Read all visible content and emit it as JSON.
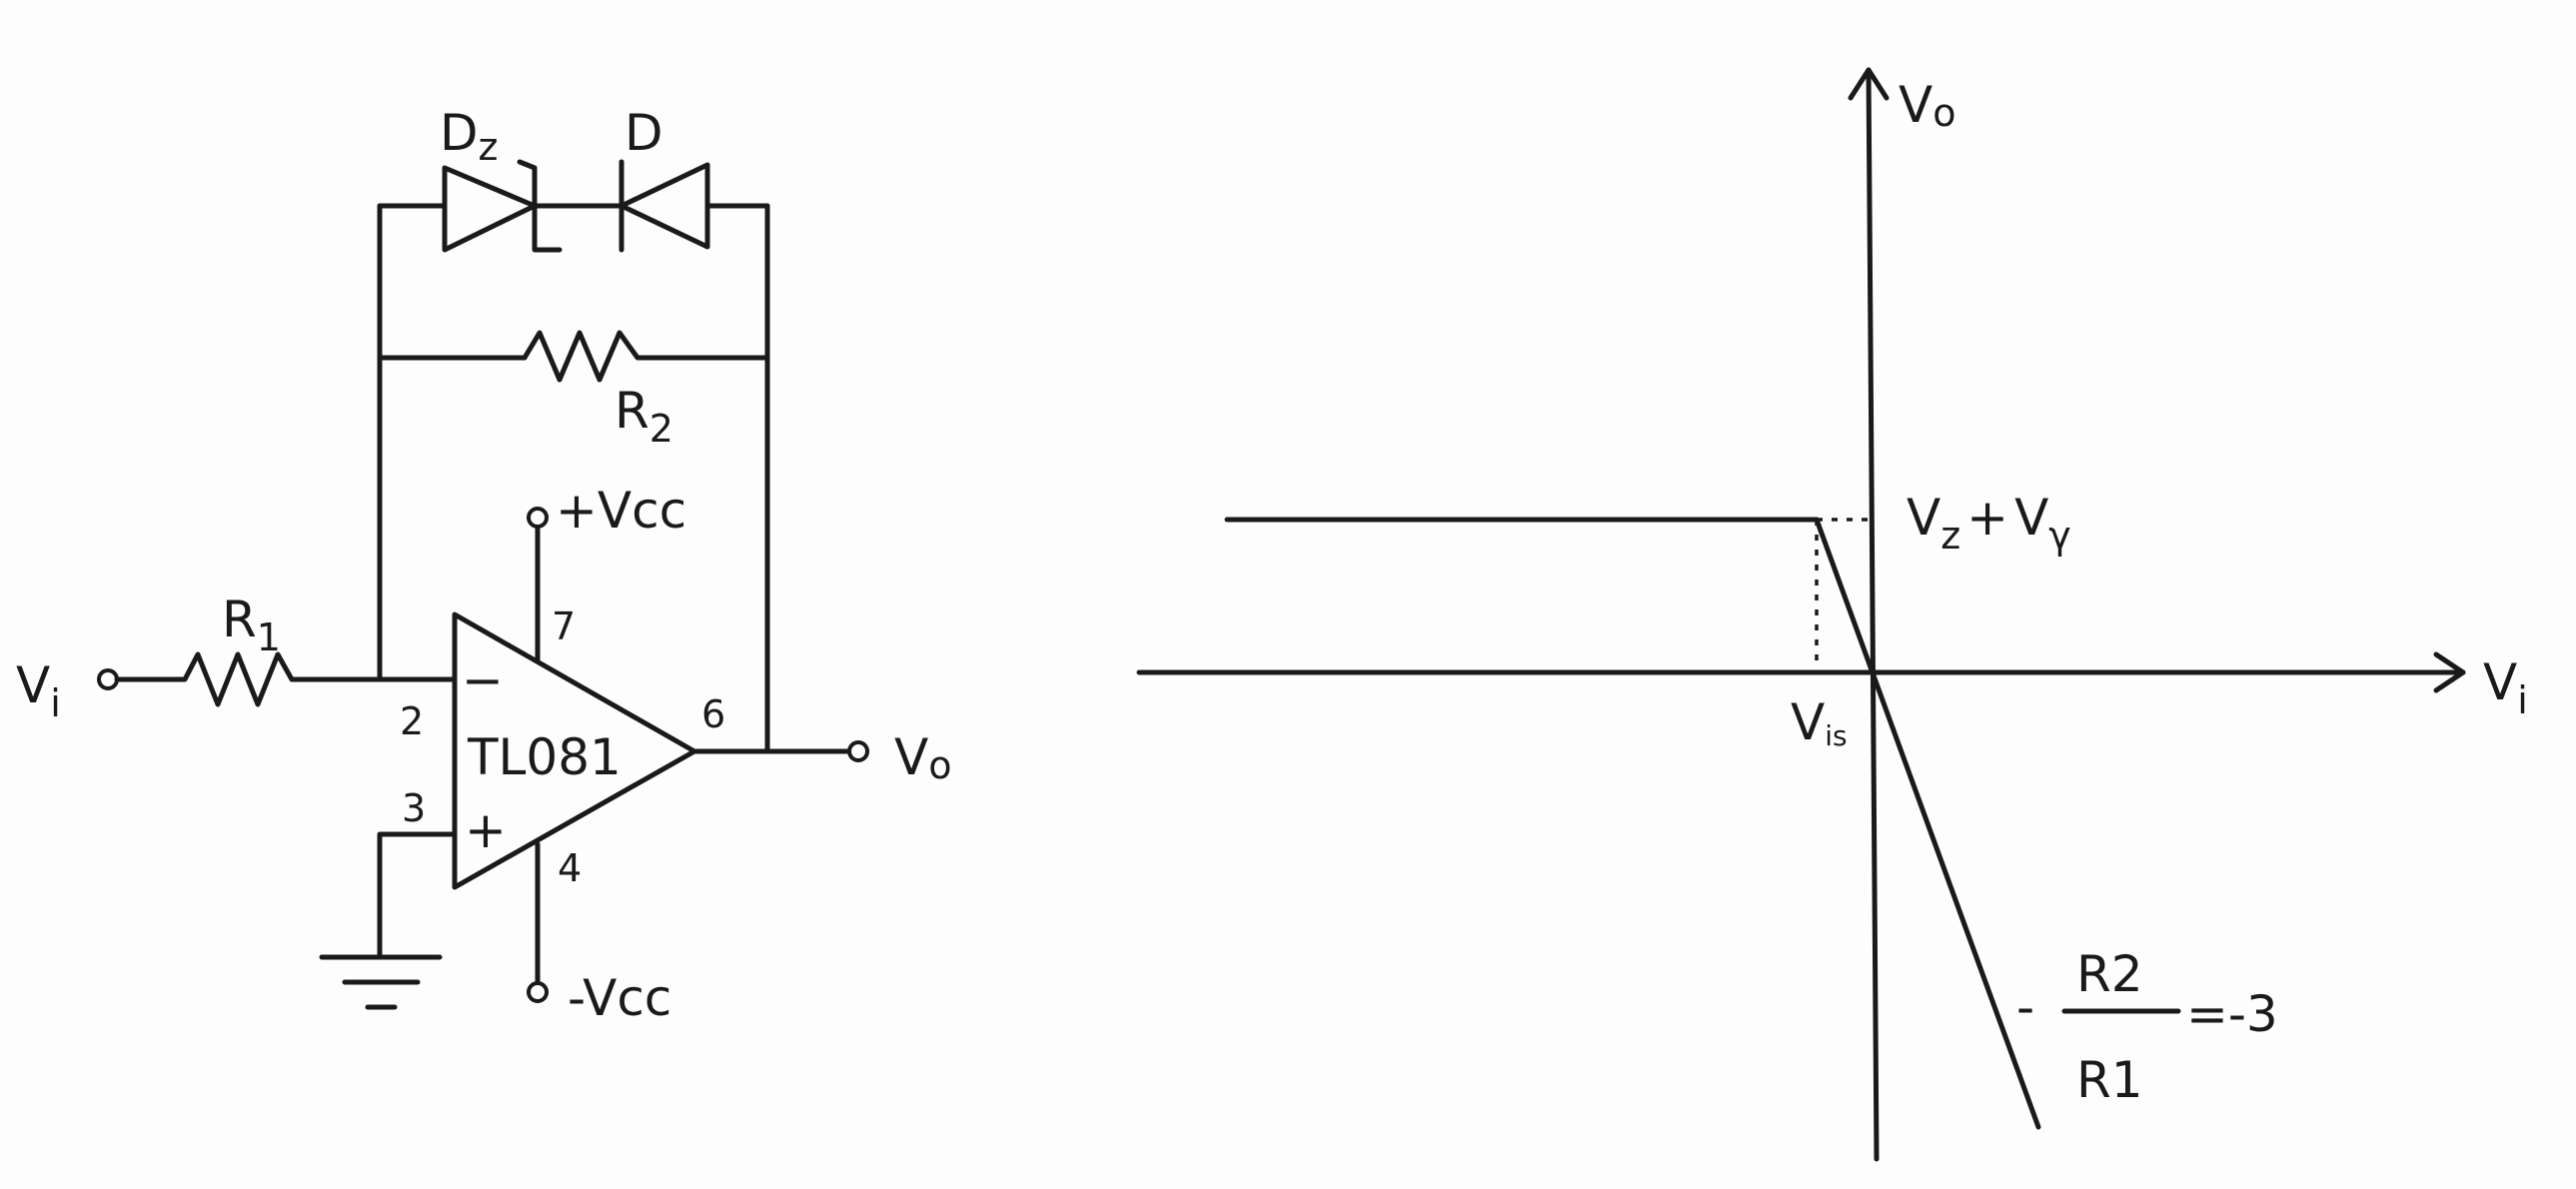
{
  "circuit": {
    "input_label": "V",
    "input_sub": "i",
    "output_label": "V",
    "output_sub": "o",
    "r1_label": "R",
    "r1_sub": "1",
    "r2_label": "R",
    "r2_sub": "2",
    "dz_label": "D",
    "dz_sub": "z",
    "d_label": "D",
    "opamp_label": "TL081",
    "minus_sign": "−",
    "plus_sign": "+",
    "pin_inverting": "2",
    "pin_noninverting": "3",
    "pin_output": "6",
    "pin_vplus": "7",
    "pin_vminus": "4",
    "vcc_plus": "+Vcc",
    "vcc_minus": "-Vcc"
  },
  "graph": {
    "y_axis_label": "V",
    "y_axis_sub": "o",
    "x_axis_label": "V",
    "x_axis_sub": "i",
    "sat_label_a": "V",
    "sat_label_a_sub": "z",
    "sat_label_plus": "+",
    "sat_label_b": "V",
    "sat_label_b_sub": "γ",
    "threshold_label": "V",
    "threshold_sub": "is",
    "slope_minus": "-",
    "slope_num": "R2",
    "slope_den": "R1",
    "slope_value": "=-3"
  },
  "chart_data": {
    "type": "line",
    "title": "",
    "xlabel": "Vi",
    "ylabel": "Vo",
    "series": [
      {
        "points": [
          [
            "-∞",
            "Vz+Vγ"
          ],
          [
            "Vis",
            "Vz+Vγ"
          ],
          [
            0,
            0
          ],
          [
            "+",
            "-3·Vi"
          ]
        ]
      }
    ],
    "annotations": [
      "Vz+Vγ",
      "Vis",
      "-R2/R1 = -3"
    ],
    "slope": -3,
    "grid": false
  }
}
